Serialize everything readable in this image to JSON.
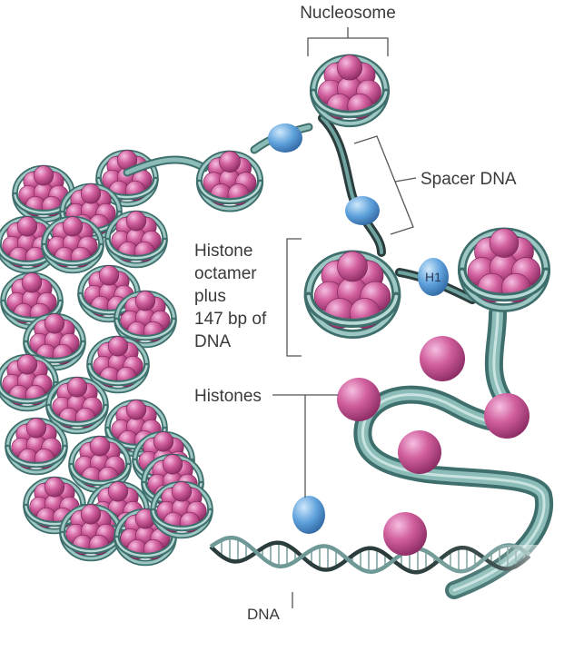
{
  "labels": {
    "nucleosome": "Nucleosome",
    "spacer_dna": "Spacer DNA",
    "octamer": [
      "Histone",
      "octamer",
      "plus",
      "147 bp of",
      "DNA"
    ],
    "h1": "H1",
    "histones": "Histones",
    "dna": "DNA"
  },
  "colors": {
    "histone_pink": "#c2468f",
    "fiber_teal": "#6fa39f",
    "linker_blue": "#4a90d4",
    "dna_dark": "#2b3d3d"
  }
}
